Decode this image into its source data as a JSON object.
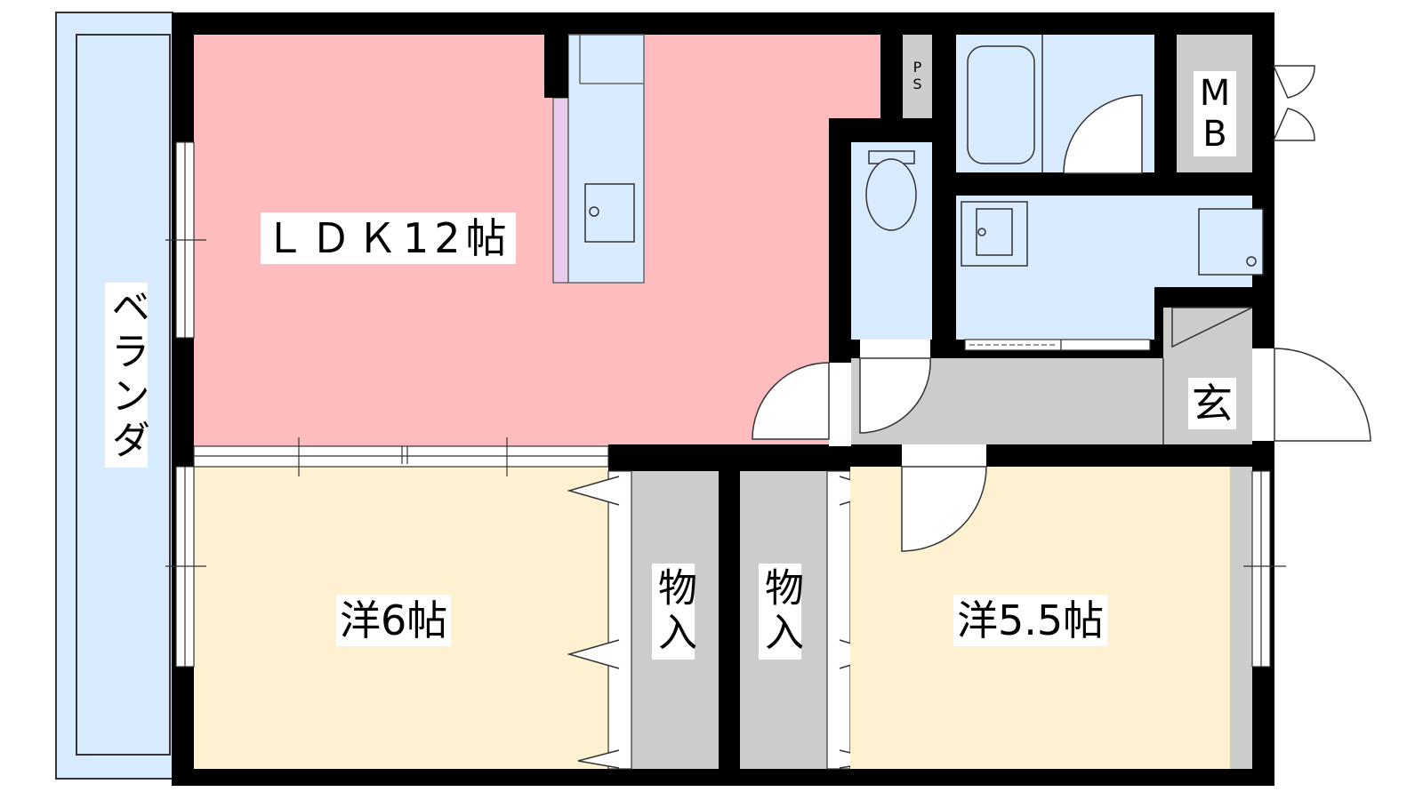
{
  "rooms": {
    "veranda": "ベランダ",
    "ldk": "ＬＤＫ12帖",
    "western1": "洋6帖",
    "western2": "洋5.5帖",
    "closet1": "物入",
    "closet2": "物入",
    "entrance": "玄",
    "pipe_space": "PS",
    "meter_box": "MB"
  },
  "colors": {
    "wall": "#000000",
    "ldk_floor": "#ffbcbe",
    "western_floor": "#fdf1d2",
    "wet_area": "#d8ebff",
    "utility_gray": "#cccccc",
    "veranda": "#d8ebff",
    "kitchen_counter": "#e9ccec"
  }
}
